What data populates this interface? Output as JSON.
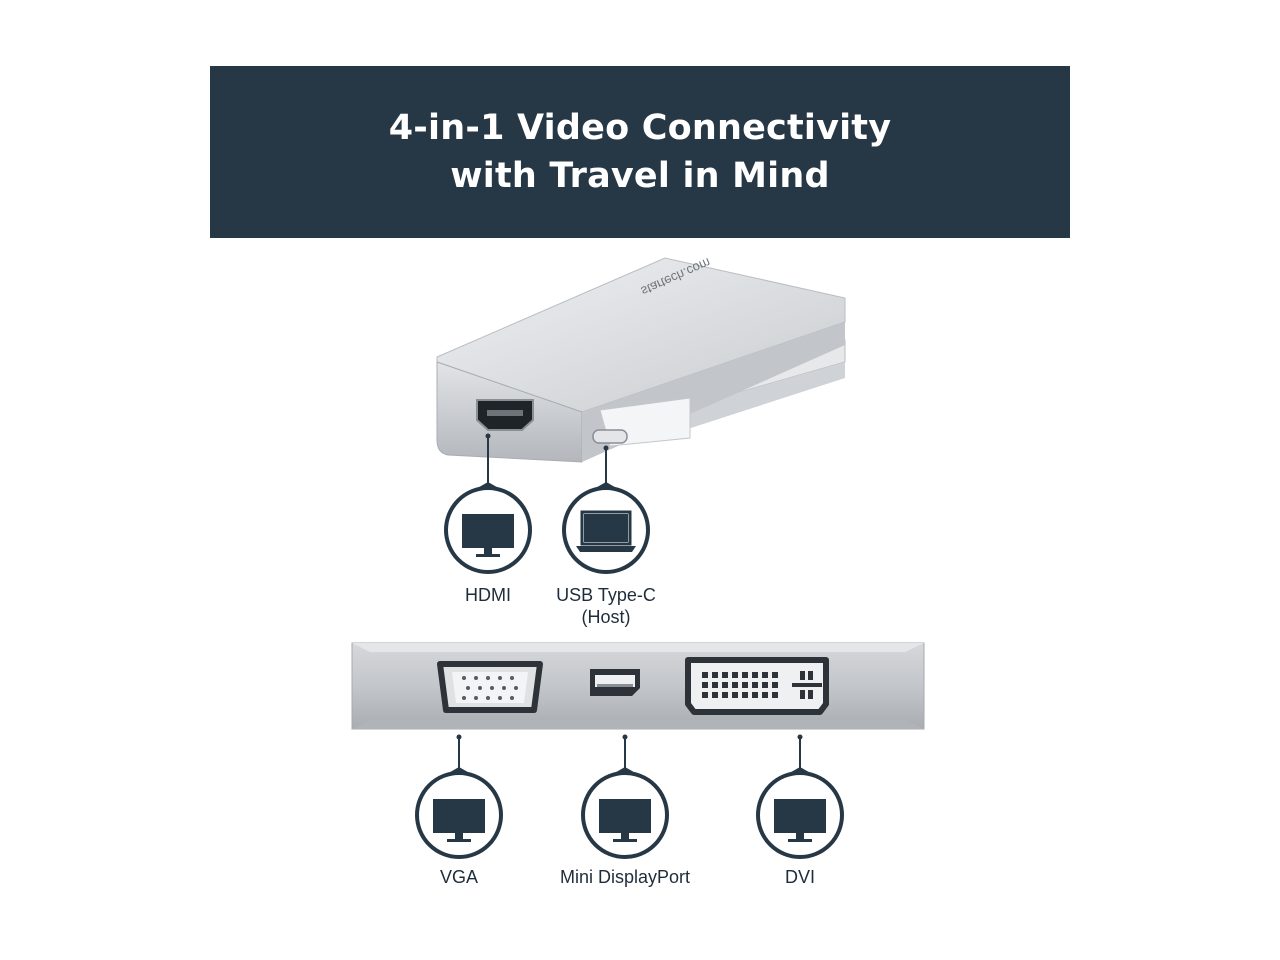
{
  "banner": {
    "title_line1": "4-in-1 Video Connectivity",
    "title_line2": "with Travel in Mind",
    "color": "#263746"
  },
  "device": {
    "brand": "startech.com"
  },
  "ports": {
    "hdmi": {
      "label": "HDMI",
      "icon": "monitor-icon"
    },
    "usbc": {
      "label": "USB Type-C",
      "label_line2": "(Host)",
      "icon": "laptop-icon"
    },
    "vga": {
      "label": "VGA",
      "icon": "monitor-icon"
    },
    "mdp": {
      "label": "Mini DisplayPort",
      "icon": "monitor-icon"
    },
    "dvi": {
      "label": "DVI",
      "icon": "monitor-icon"
    }
  },
  "colors": {
    "navy": "#263746",
    "silver": "#c9ccd0"
  }
}
